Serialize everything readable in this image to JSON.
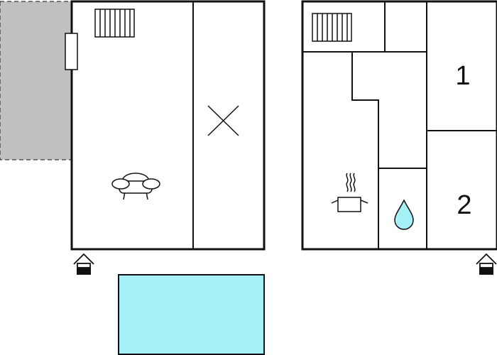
{
  "plan": {
    "colors": {
      "wall": "#111111",
      "background": "#ffffff",
      "terrace": "#c0c0c0",
      "pool": "#a6f1f8",
      "water": "#a6f1f8"
    },
    "units": [
      {
        "rooms": [
          {
            "name": "living-room",
            "icons": [
              "radiator-icon",
              "sofa-icon"
            ]
          },
          {
            "name": "side-room",
            "icons": [
              "cross-icon"
            ]
          }
        ],
        "icons": [
          "door-icon",
          "entrance-icon"
        ]
      },
      {
        "rooms": [
          {
            "name": "utility-room",
            "icons": [
              "radiator-icon"
            ]
          },
          {
            "name": "kitchen",
            "icons": [
              "cooking-pot-icon"
            ]
          },
          {
            "name": "bathroom",
            "icons": [
              "water-drop-icon"
            ]
          },
          {
            "name": "bedroom-1",
            "label": "1"
          },
          {
            "name": "bedroom-2",
            "label": "2"
          }
        ],
        "icons": [
          "entrance-icon"
        ]
      }
    ],
    "outdoor": [
      {
        "name": "terrace"
      },
      {
        "name": "swimming-pool"
      }
    ]
  }
}
